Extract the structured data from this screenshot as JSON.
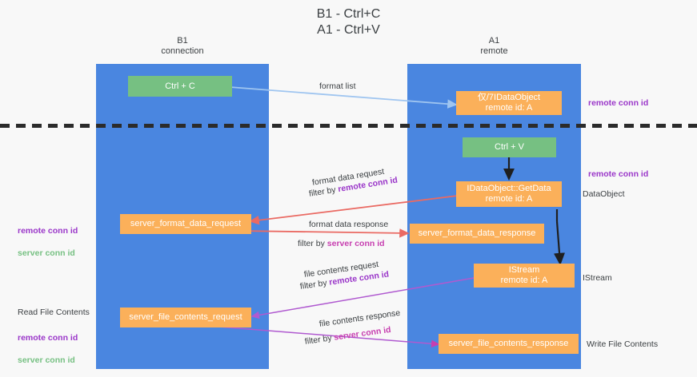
{
  "title": "B1 - Ctrl+C\nA1 - Ctrl+V",
  "columns": {
    "b1": {
      "name": "B1",
      "role": "connection",
      "label": "B1\nconnection",
      "color": "#4a86e0"
    },
    "a1": {
      "name": "A1",
      "role": "remote",
      "label": "A1\nremote",
      "color": "#4a86e0"
    }
  },
  "colors": {
    "column": "#4a86e0",
    "green_node": "#76c082",
    "orange_node": "#fbb05a",
    "remote_conn_id": "#9a36c9",
    "server_conn_id_left": "#76c082",
    "server_conn_id_edge": "#c73fb0",
    "divider": "#2b2b2b",
    "arrow_blue": "#9fc5f0",
    "arrow_red": "#ea6a63",
    "arrow_black": "#1f1f1f",
    "arrow_magenta": "#c73fb0",
    "arrow_purple": "#b05ad0",
    "background": "#f8f8f8"
  },
  "nodes": [
    {
      "id": "ctrl-c",
      "label": "Ctrl + C",
      "style": "green"
    },
    {
      "id": "idataobject-remote",
      "label": "仅/7IDataObject\nremote id: A",
      "style": "orange"
    },
    {
      "id": "ctrl-v",
      "label": "Ctrl + V",
      "style": "green"
    },
    {
      "id": "idataobject-getdata",
      "label": "IDataObject::GetData\nremote id: A",
      "style": "orange"
    },
    {
      "id": "server-format-data-request",
      "label": "server_format_data_request",
      "style": "orange"
    },
    {
      "id": "server-format-data-response",
      "label": "server_format_data_response",
      "style": "orange"
    },
    {
      "id": "istream",
      "label": "IStream\nremote id: A",
      "style": "orange"
    },
    {
      "id": "server-file-contents-request",
      "label": "server_file_contents_request",
      "style": "orange"
    },
    {
      "id": "server-file-contents-response",
      "label": "server_file_contents_response",
      "style": "orange"
    }
  ],
  "edge_labels": {
    "format_list": "format list",
    "format_data_request": "format data request",
    "format_data_request_filter_prefix": "filter by ",
    "format_data_request_filter_key": "remote conn id",
    "format_data_response": "format data response",
    "format_data_response_filter_prefix": "filter by ",
    "format_data_response_filter_key": "server conn id",
    "file_contents_request": "file contents request",
    "file_contents_request_filter_prefix": "filter by ",
    "file_contents_request_filter_key": "remote conn id",
    "file_contents_response": "file contents response",
    "file_contents_response_filter_prefix": "filter by ",
    "file_contents_response_filter_key": "server conn id"
  },
  "right_labels": {
    "remote_conn_id_top": "remote conn id",
    "remote_conn_id_mid": "remote conn id",
    "data_object": "DataObject",
    "istream": "IStream",
    "write_file_contents": "Write File Contents"
  },
  "left_labels": {
    "conn_ids_mid_remote": "remote conn id",
    "conn_ids_mid_server": "server conn id",
    "read_file_contents": "Read File Contents",
    "conn_ids_bottom_remote": "remote conn id",
    "conn_ids_bottom_server": "server conn id"
  }
}
